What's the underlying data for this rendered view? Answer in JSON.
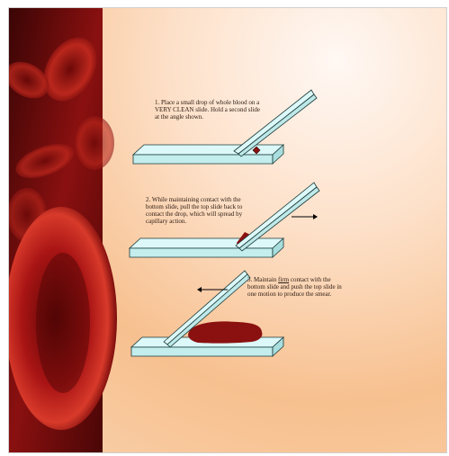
{
  "steps": {
    "s1": "1.  Place a small drop of whole blood on a VERY CLEAN slide.  Hold a second slide at the angle shown.",
    "s2": "2.  While  maintaining  contact  with  the bottom slide, pull the top slide back to contact the drop, which will spread by capillary action.",
    "s3_num": "3.  Maintain ",
    "s3_em": "firm",
    "s3_rest": " contact with the bottom slide and push the top slide in one motion to produce the smear."
  },
  "colors": {
    "slide_fill": "#cdf3f3",
    "slide_stroke": "#1a3a3a",
    "blood": "#8b1010",
    "bg_warm": "#f8c79a",
    "bg_light": "#fff4ee",
    "red_panel": "#7a0f0f"
  },
  "icons": {
    "arrow_right": "arrow-right-icon",
    "arrow_left": "arrow-left-icon"
  }
}
